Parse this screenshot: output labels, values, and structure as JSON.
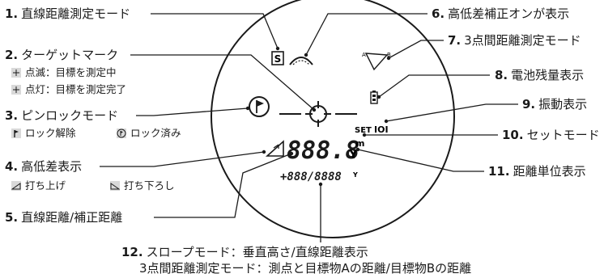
{
  "labels": {
    "l1": {
      "num": "1.",
      "text": "直線距離測定モード"
    },
    "l2": {
      "num": "2.",
      "text": "ターゲットマーク"
    },
    "l2a": "点滅：目標を測定中",
    "l2b": "点灯：目標を測定完了",
    "l3": {
      "num": "3.",
      "text": "ピンロックモード"
    },
    "l3a": "ロック解除",
    "l3b": "ロック済み",
    "l4": {
      "num": "4.",
      "text": "高低差表示"
    },
    "l4a": "打ち上げ",
    "l4b": "打ち下ろし",
    "l5": {
      "num": "5.",
      "text": "直線距離/補正距離"
    },
    "l6": {
      "num": "6.",
      "text": "高低差補正オンが表示"
    },
    "l7": {
      "num": "7.",
      "text": "3点間距離測定モード"
    },
    "l8": {
      "num": "8.",
      "text": "電池残量表示"
    },
    "l9": {
      "num": "9.",
      "text": "振動表示"
    },
    "l10": {
      "num": "10.",
      "text": "セットモード"
    },
    "l11": {
      "num": "11.",
      "text": "距離単位表示"
    },
    "l12": {
      "num": "12.",
      "text": "スロープモード：垂直高さ/直線距離表示"
    },
    "l12b": "3点間距離測定モード：測点と目標物Aの距離/目標物Bの距離"
  },
  "display": {
    "main_digits": "888.8",
    "unit_m": "m",
    "unit_y": "Y",
    "sub_digits": "+888/8888",
    "sub_unit": "Y",
    "set_text": "SET",
    "s_icon_text": "S",
    "vib_text": "IOI"
  },
  "colors": {
    "line": "#1a1a1a",
    "icon_bg": "#d9d9d9"
  }
}
